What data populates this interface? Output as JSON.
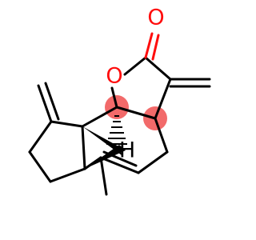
{
  "molecule": {
    "atoms": {
      "carbonyl_oxygen": {
        "symbol": "O",
        "color": "#ff0d0d"
      },
      "ring_oxygen": {
        "symbol": "O",
        "color": "#ff0d0d"
      },
      "stereo_hydrogen": {
        "symbol": "H",
        "color": "#000000"
      }
    },
    "highlight_color": "#f26a6a",
    "bond_color": "#000000"
  }
}
